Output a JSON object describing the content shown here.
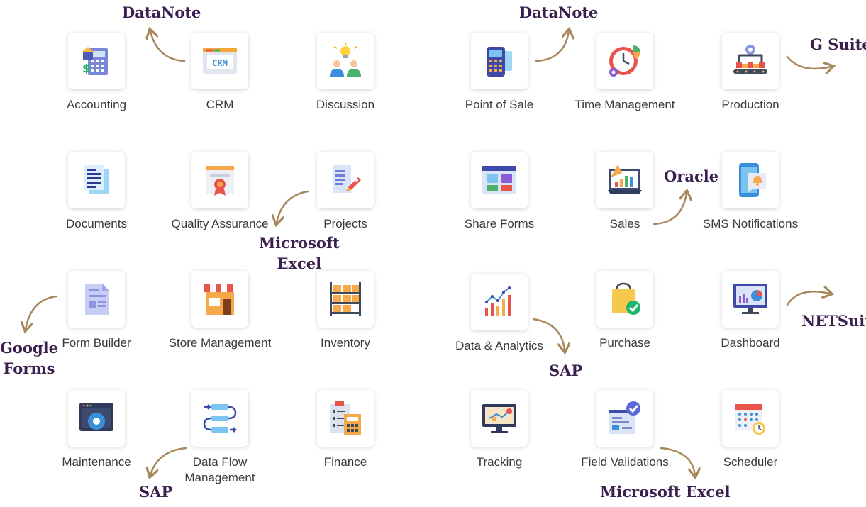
{
  "modules": [
    {
      "label": "Accounting",
      "icon": "accounting-icon"
    },
    {
      "label": "CRM",
      "icon": "crm-icon"
    },
    {
      "label": "Discussion",
      "icon": "discussion-icon"
    },
    {
      "label": "Documents",
      "icon": "documents-icon"
    },
    {
      "label": "Quality Assurance",
      "icon": "quality-assurance-icon"
    },
    {
      "label": "Projects",
      "icon": "projects-icon"
    },
    {
      "label": "Form Builder",
      "icon": "form-builder-icon"
    },
    {
      "label": "Store Management",
      "icon": "store-icon"
    },
    {
      "label": "Inventory",
      "icon": "inventory-icon"
    },
    {
      "label": "Maintenance",
      "icon": "maintenance-icon"
    },
    {
      "label": "Data Flow Management",
      "icon": "data-flow-icon"
    },
    {
      "label": "Finance",
      "icon": "finance-icon"
    },
    {
      "label": "Point of Sale",
      "icon": "point-of-sale-icon"
    },
    {
      "label": "Time Management",
      "icon": "time-management-icon"
    },
    {
      "label": "Production",
      "icon": "production-icon"
    },
    {
      "label": "Share Forms",
      "icon": "share-forms-icon"
    },
    {
      "label": "Sales",
      "icon": "sales-icon"
    },
    {
      "label": "SMS Notifications",
      "icon": "sms-notifications-icon"
    },
    {
      "label": "Data & Analytics",
      "icon": "data-analytics-icon"
    },
    {
      "label": "Purchase",
      "icon": "purchase-icon"
    },
    {
      "label": "Dashboard",
      "icon": "dashboard-icon"
    },
    {
      "label": "Tracking",
      "icon": "tracking-icon"
    },
    {
      "label": "Field Validations",
      "icon": "field-validations-icon"
    },
    {
      "label": "Scheduler",
      "icon": "scheduler-icon"
    }
  ],
  "integrations": {
    "datanote_left": "DataNote",
    "datanote_right": "DataNote",
    "gsuite": "G Suite",
    "excel_left_line1": "Microsoft",
    "excel_left_line2": "Excel",
    "oracle": "Oracle",
    "google_forms_line1": "Google",
    "google_forms_line2": "Forms",
    "netsuite": "NETSuite",
    "sap_middle": "SAP",
    "sap_left": "SAP",
    "excel_bottom": "Microsoft Excel"
  },
  "colors": {
    "label_text": "#3a3a3a",
    "integration_text": "#3b1f4f",
    "arrow": "#a8875c"
  }
}
